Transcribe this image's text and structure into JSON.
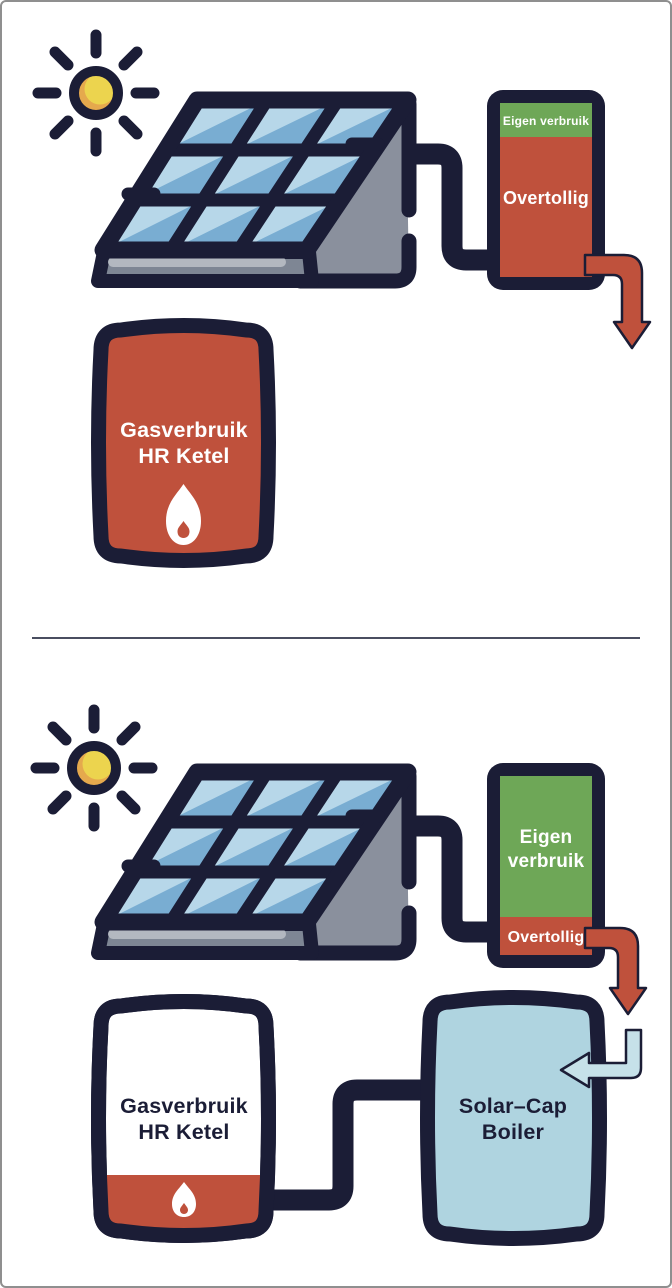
{
  "title": "Solar energy usage comparison infographic",
  "colors": {
    "navy": "#1b1d36",
    "red": "#bf513c",
    "green": "#6ea757",
    "panel_light": "#b7d7e9",
    "panel_dark": "#79add2",
    "boiler_blue": "#afd4e0",
    "arrow_blue": "#c6e1e9",
    "gray_side": "#8a909d",
    "gray_base": "#7e8694",
    "gray_highlight": "#b3b8c0",
    "sun_yellow": "#ecd44e",
    "sun_orange": "#e5a94d",
    "label_white": "#ffffff",
    "divider": "#4a4e60",
    "frame_border": "#8f8f8f",
    "background": "#ffffff"
  },
  "before": {
    "bar": {
      "eigen_label": "Eigen verbruik",
      "overtollig_label": "Overtollig",
      "eigen_fraction": 0.2,
      "overtollig_fraction": 0.8
    },
    "gas_boiler": {
      "line1": "Gasverbruik",
      "line2": "HR Ketel",
      "gas_fill_fraction": 1.0
    }
  },
  "after": {
    "bar": {
      "eigen_line1": "Eigen",
      "eigen_line2": "verbruik",
      "overtollig_label": "Overtollig",
      "eigen_fraction": 0.79,
      "overtollig_fraction": 0.21
    },
    "gas_boiler": {
      "line1": "Gasverbruik",
      "line2": "HR Ketel",
      "gas_fill_fraction": 0.2
    },
    "solar_boiler": {
      "line1": "Solar–Cap",
      "line2": "Boiler"
    }
  }
}
